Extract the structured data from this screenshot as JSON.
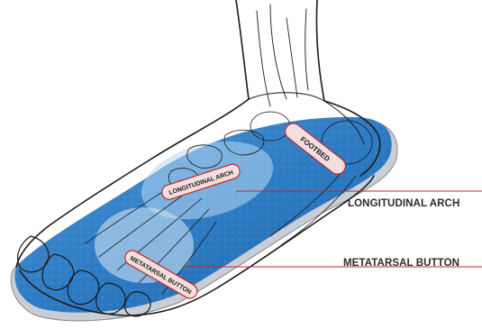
{
  "labels": {
    "longitudinal_arch": "LONGITUDINAL ARCH",
    "metatarsal_button": "METATARSAL BUTTON"
  },
  "insole_text": {
    "arch_pad": "LONGITUDINAL ARCH",
    "metatarsal_pad": "METATARSAL BUTTON",
    "heel_brand": "FOOTBED"
  },
  "colors": {
    "insole_blue": "#2f7cc4",
    "insole_light": "#8fc0e8",
    "callout_line": "#c0282a",
    "outline": "#1a1a1a"
  }
}
